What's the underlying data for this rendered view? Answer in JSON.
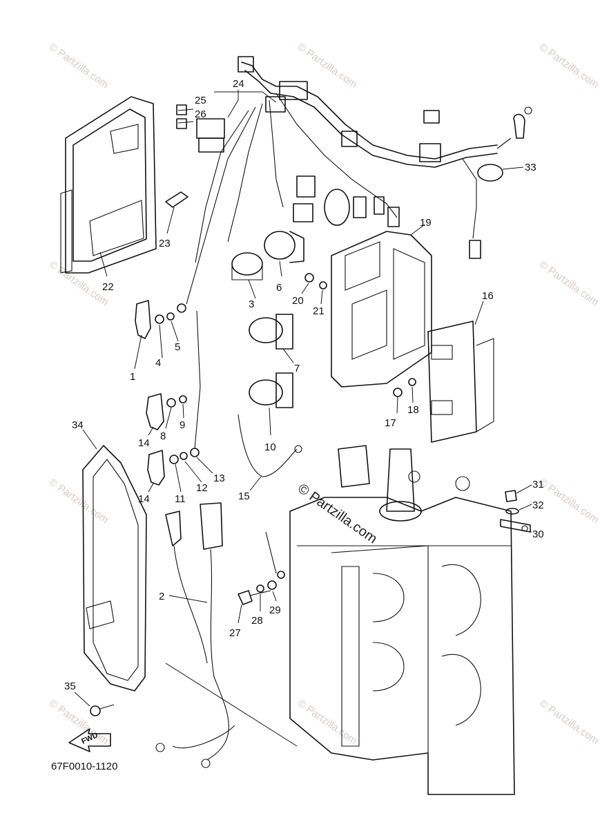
{
  "diagram_code": "67F0010-1120",
  "fwd_label": "FWD",
  "watermark": "© Partzilla.com",
  "callouts": [
    "1",
    "2",
    "3",
    "4",
    "5",
    "6",
    "7",
    "8",
    "9",
    "10",
    "11",
    "12",
    "13",
    "14",
    "14",
    "15",
    "16",
    "17",
    "18",
    "19",
    "20",
    "21",
    "22",
    "23",
    "24",
    "25",
    "26",
    "27",
    "28",
    "29",
    "30",
    "31",
    "32",
    "33",
    "34",
    "35"
  ]
}
